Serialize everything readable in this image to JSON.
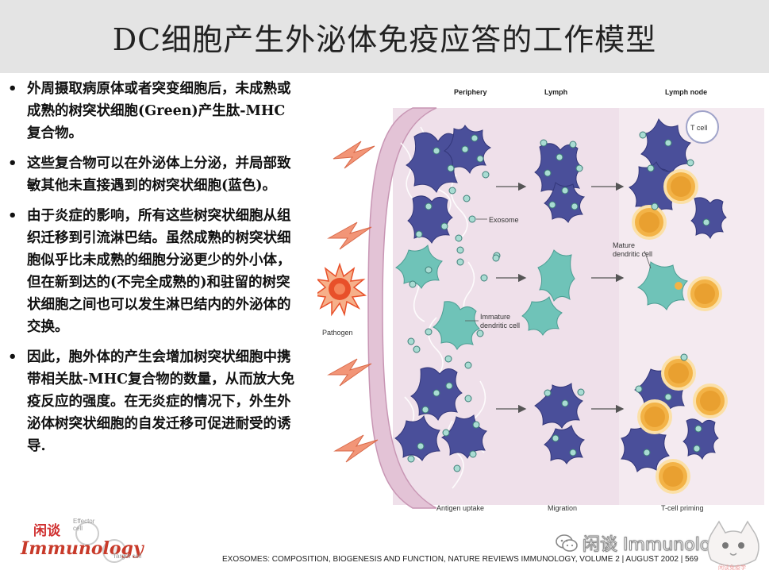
{
  "title": "DC细胞产生外泌体免疫应答的工作模型",
  "bullets": [
    "外周摄取病原体或者突变细胞后，未成熟或成熟的树突状细胞(Green)产生肽-MHC复合物。",
    "这些复合物可以在外泌体上分泌，并局部致敏其他未直接遇到的树突状细胞(蓝色)。",
    "由于炎症的影响，所有这些树突状细胞从组织迁移到引流淋巴结。虽然成熟的树突状细胞似乎比未成熟的细胞分泌更少的外小体，但在新到达的(不完全成熟的)和驻留的树突状细胞之间也可以发生淋巴结内的外泌体的交换。",
    "因此，胞外体的产生会增加树突状细胞中携带相关肽-MHC复合物的数量，从而放大免疫反应的强度。在无炎症的情况下，外生外泌体树突状细胞的自发迁移可促进耐受的诱导."
  ],
  "figure": {
    "headers": {
      "periphery": "Periphery",
      "lymph": "Lymph",
      "lymph_node": "Lymph node"
    },
    "labels": {
      "exosome": "Exosome",
      "mature_dc": "Mature\ndendritic cell",
      "immature_dc": "Immature\ndendritic cell",
      "pathogen": "Pathogen",
      "t_cell": "T cell"
    },
    "footers": {
      "antigen_uptake": "Antigen uptake",
      "migration": "Migration",
      "t_cell_priming": "T-cell priming"
    },
    "colors": {
      "blue_dc": "#4a4f9a",
      "green_dc": "#6fc3b8",
      "exosome": "#a9dcd3",
      "t_cell": "#f3b347",
      "background": "#efe0ea",
      "membrane": "#e3c3d6",
      "pathogen": "#e8502a",
      "lightning": "#f29577"
    }
  },
  "citation": "EXOSOMES: COMPOSITION, BIOGENESIS AND FUNCTION,   NATURE REVIEWS IMMUNOLOGY,   VOLUME 2 | AUGUST 2002 | 569",
  "logo": {
    "cn": "闲谈",
    "en": "Immunology",
    "effector": "Effector cell",
    "target": "Target cell"
  },
  "watermark": {
    "text": "闲谈 Immunology",
    "icon": "wechat-icon"
  },
  "cat_badge": "闲谈免疫学"
}
